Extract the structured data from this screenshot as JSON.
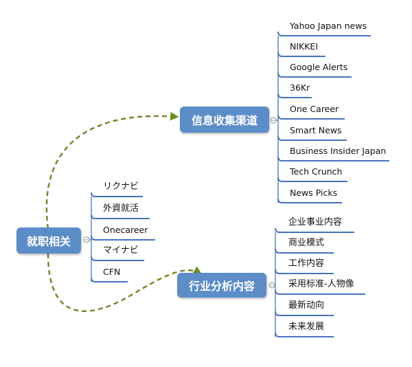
{
  "root": {
    "label": "就职相关"
  },
  "branches": [
    {
      "label": "信息收集渠道",
      "items": [
        "Yahoo Japan news",
        "NIKKEI",
        "Google Alerts",
        "36Kr",
        "One Career",
        "Smart News",
        "Business Insider Japan",
        "Tech Crunch",
        "News Picks"
      ]
    },
    {
      "label": "行业分析内容",
      "items": [
        "企业事业内容",
        "商业模式",
        "工作内容",
        "采用标准-人物像",
        "最新动向",
        "未来发展"
      ]
    }
  ],
  "root_items": [
    "リクナビ",
    "外資就活",
    "Onecareer",
    "マイナビ",
    "CFN"
  ],
  "colors": {
    "node": "#5b8dc9",
    "line": "#4472c4",
    "arrow": "#6b8e23",
    "text": "#111111"
  }
}
